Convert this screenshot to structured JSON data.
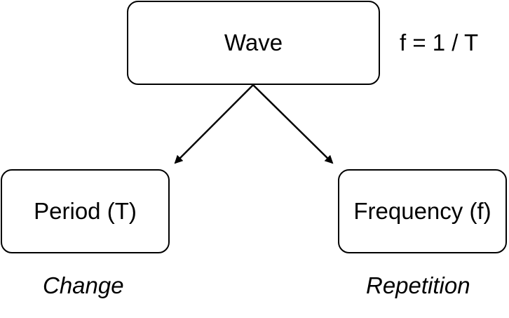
{
  "nodes": {
    "wave": "Wave",
    "period": "Period (T)",
    "frequency": "Frequency (f)"
  },
  "annotations": {
    "formula": "f = 1 / T",
    "period_caption": "Change",
    "frequency_caption": "Repetition"
  },
  "edges": [
    {
      "from": "Wave",
      "to": "Period (T)"
    },
    {
      "from": "Wave",
      "to": "Frequency (f)"
    }
  ],
  "colors": {
    "stroke": "#000000",
    "fill": "#ffffff"
  }
}
